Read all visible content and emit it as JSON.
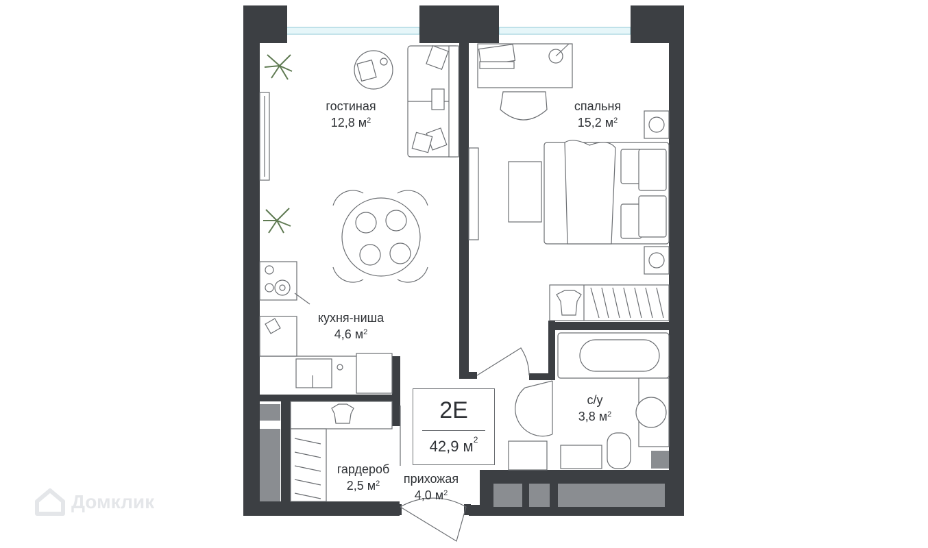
{
  "apartment": {
    "code": "2Е",
    "area": "42,9 м",
    "area_sup": "2"
  },
  "rooms": [
    {
      "id": "living",
      "name": "гостиная",
      "area": "12,8 м",
      "sup": "2"
    },
    {
      "id": "bedroom",
      "name": "спальня",
      "area": "15,2 м",
      "sup": "2"
    },
    {
      "id": "kitchen",
      "name": "кухня-ниша",
      "area": "4,6 м",
      "sup": "2"
    },
    {
      "id": "bathroom",
      "name": "с/у",
      "area": "3,8 м",
      "sup": "2"
    },
    {
      "id": "wardrobe",
      "name": "гардероб",
      "area": "2,5 м",
      "sup": "2"
    },
    {
      "id": "hallway",
      "name": "прихожая",
      "area": "4,0 м",
      "sup": "2"
    }
  ],
  "watermark": {
    "text": "Домклик",
    "icon": "house-logo-icon"
  },
  "colors": {
    "wall": "#3c3f43",
    "storage": "#8a8d91",
    "line": "#6b6e72",
    "window": "#bfe6ee",
    "watermark": "#e4e6e9"
  }
}
